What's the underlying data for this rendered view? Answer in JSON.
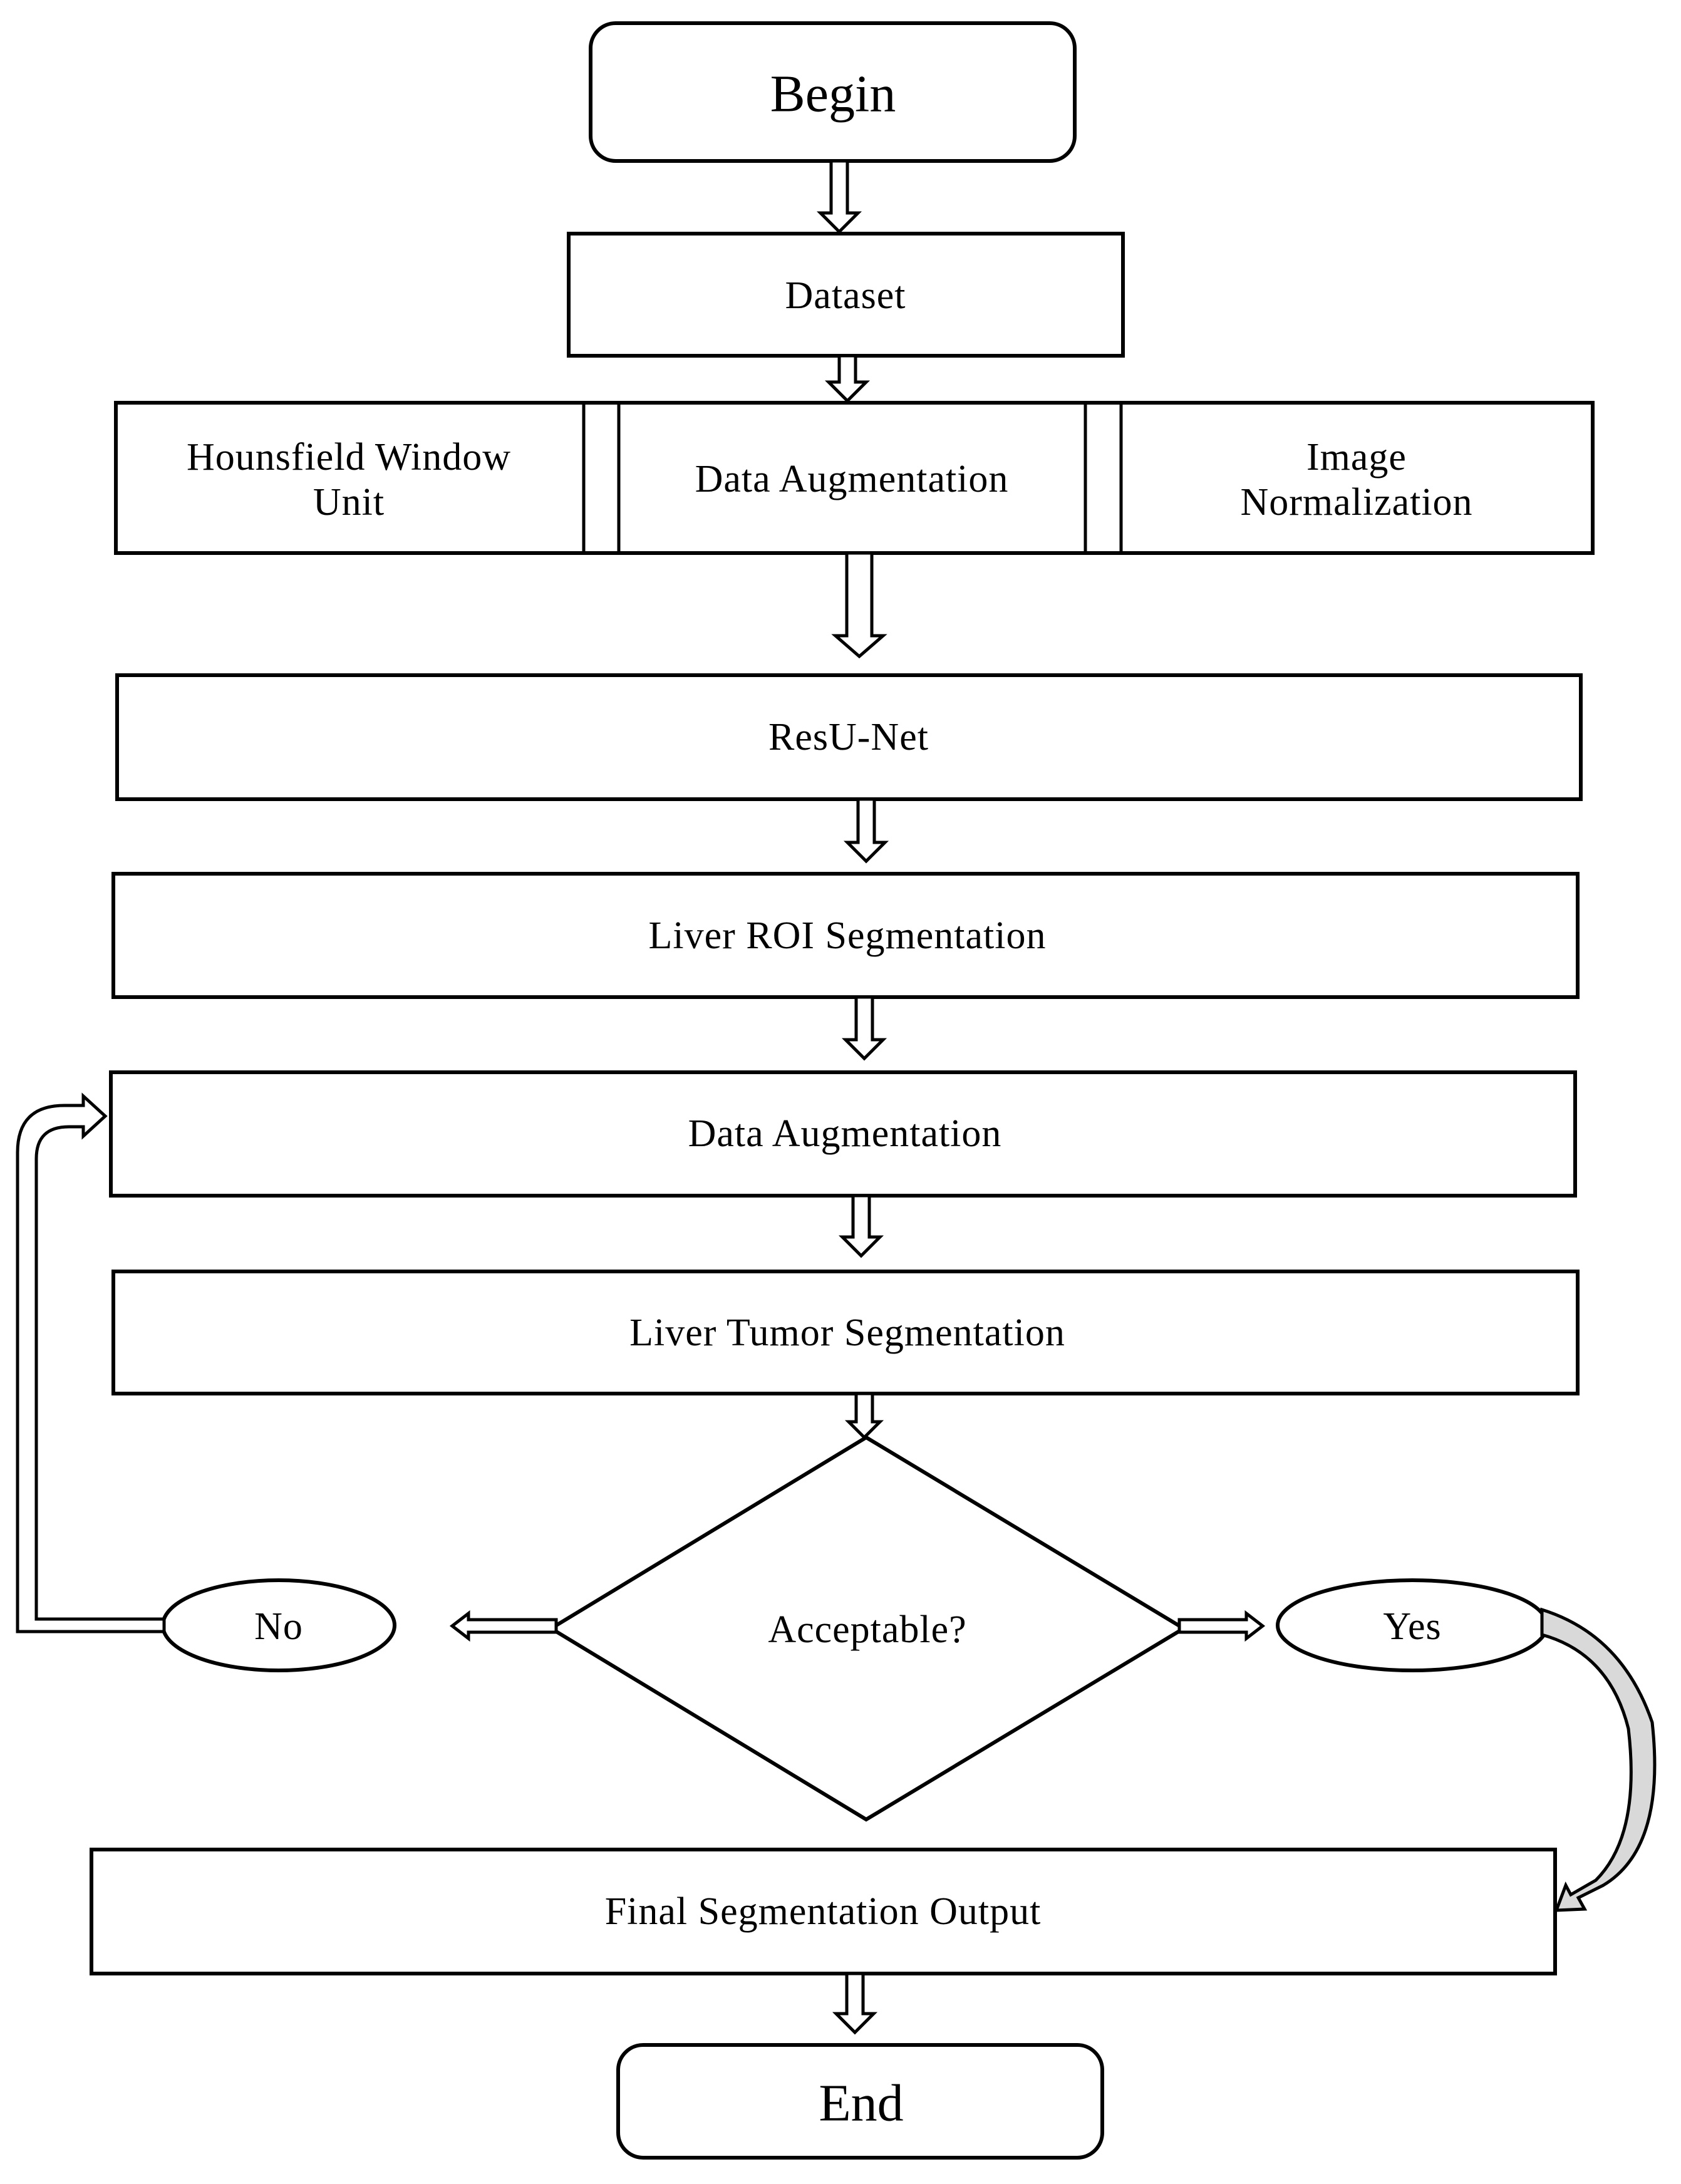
{
  "nodes": {
    "begin": "Begin",
    "dataset": "Dataset",
    "hounsfield_line1": "Hounsfield Window",
    "hounsfield_line2": "Unit",
    "data_augmentation_top": "Data Augmentation",
    "image_norm_line1": "Image",
    "image_norm_line2": "Normalization",
    "resunet": "ResU-Net",
    "liver_roi": "Liver ROI Segmentation",
    "data_augmentation_loop": "Data Augmentation",
    "liver_tumor": "Liver Tumor Segmentation",
    "decision": "Acceptable?",
    "no": "No",
    "yes": "Yes",
    "final_output": "Final Segmentation Output",
    "end": "End"
  }
}
